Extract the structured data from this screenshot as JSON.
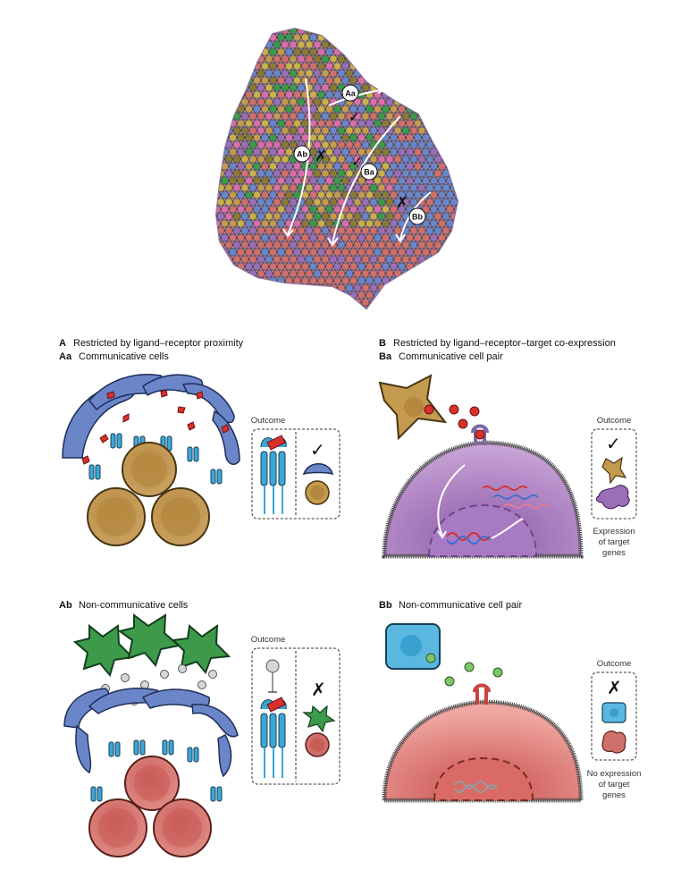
{
  "tissue": {
    "labels": {
      "aa": "Aa",
      "ab": "Ab",
      "ba": "Ba",
      "bb": "Bb"
    },
    "check_mark": "✓",
    "cross_mark": "✗"
  },
  "panel_a": {
    "letter": "A",
    "title": "Restricted by ligand–receptor proximity",
    "aa": {
      "letter": "Aa",
      "title": "Communicative cells",
      "outcome_label": "Outcome",
      "outcome_mark": "✓"
    },
    "ab": {
      "letter": "Ab",
      "title": "Non-communicative cells",
      "outcome_label": "Outcome",
      "outcome_mark": "✗"
    }
  },
  "panel_b": {
    "letter": "B",
    "title": "Restricted by ligand–receptor–target co-expression",
    "ba": {
      "letter": "Ba",
      "title": "Communicative cell pair",
      "outcome_label": "Outcome",
      "outcome_mark": "✓",
      "note_lines": [
        "Expression",
        "of target",
        "genes"
      ]
    },
    "bb": {
      "letter": "Bb",
      "title": "Non-communicative cell pair",
      "outcome_label": "Outcome",
      "outcome_mark": "✗",
      "note_lines": [
        "No expression",
        "of target",
        "genes"
      ]
    }
  },
  "colors": {
    "tan_cell": "#c49a4e",
    "blue_cell": "#6b86c8",
    "green_cell": "#3d9a4a",
    "red_cell": "#d0706b",
    "purple_cell": "#9a6fb6",
    "receptor": "#3aa7d6",
    "ligand": "#d9302c"
  }
}
